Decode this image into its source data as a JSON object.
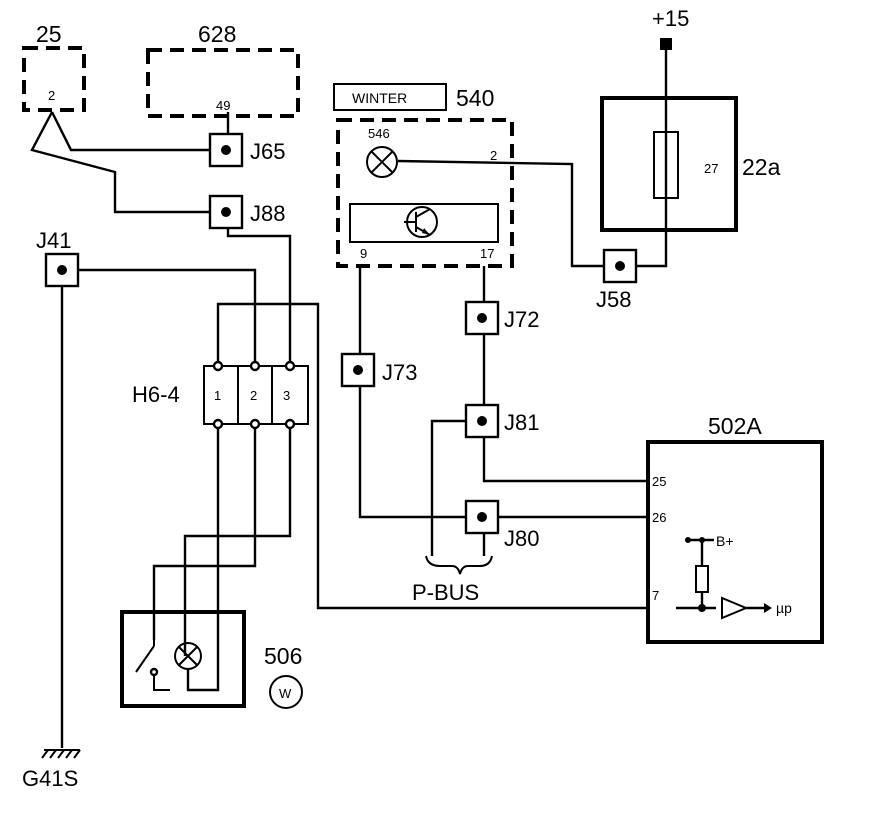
{
  "components": {
    "c25": {
      "label": "25",
      "pin": "2"
    },
    "c628": {
      "label": "628",
      "pin": "49"
    },
    "c540": {
      "label": "540",
      "badge": "WINTER",
      "lamp": "546",
      "pin_out": "2",
      "pin_9": "9",
      "pin_17": "17"
    },
    "c22a": {
      "label": "22a",
      "pin": "27"
    },
    "c502a": {
      "label": "502A",
      "pin_25": "25",
      "pin_26": "26",
      "pin_7": "7",
      "supply": "B+",
      "output": "µp"
    },
    "c506": {
      "label": "506",
      "symbol": "W"
    },
    "h6_4": {
      "label": "H6-4",
      "pins": [
        "1",
        "2",
        "3"
      ]
    },
    "supply": {
      "label": "+15"
    },
    "ground": {
      "label": "G41S"
    }
  },
  "junctions": {
    "j65": "J65",
    "j88": "J88",
    "j41": "J41",
    "j58": "J58",
    "j72": "J72",
    "j73": "J73",
    "j81": "J81",
    "j80": "J80"
  },
  "bus": {
    "label": "P-BUS"
  }
}
